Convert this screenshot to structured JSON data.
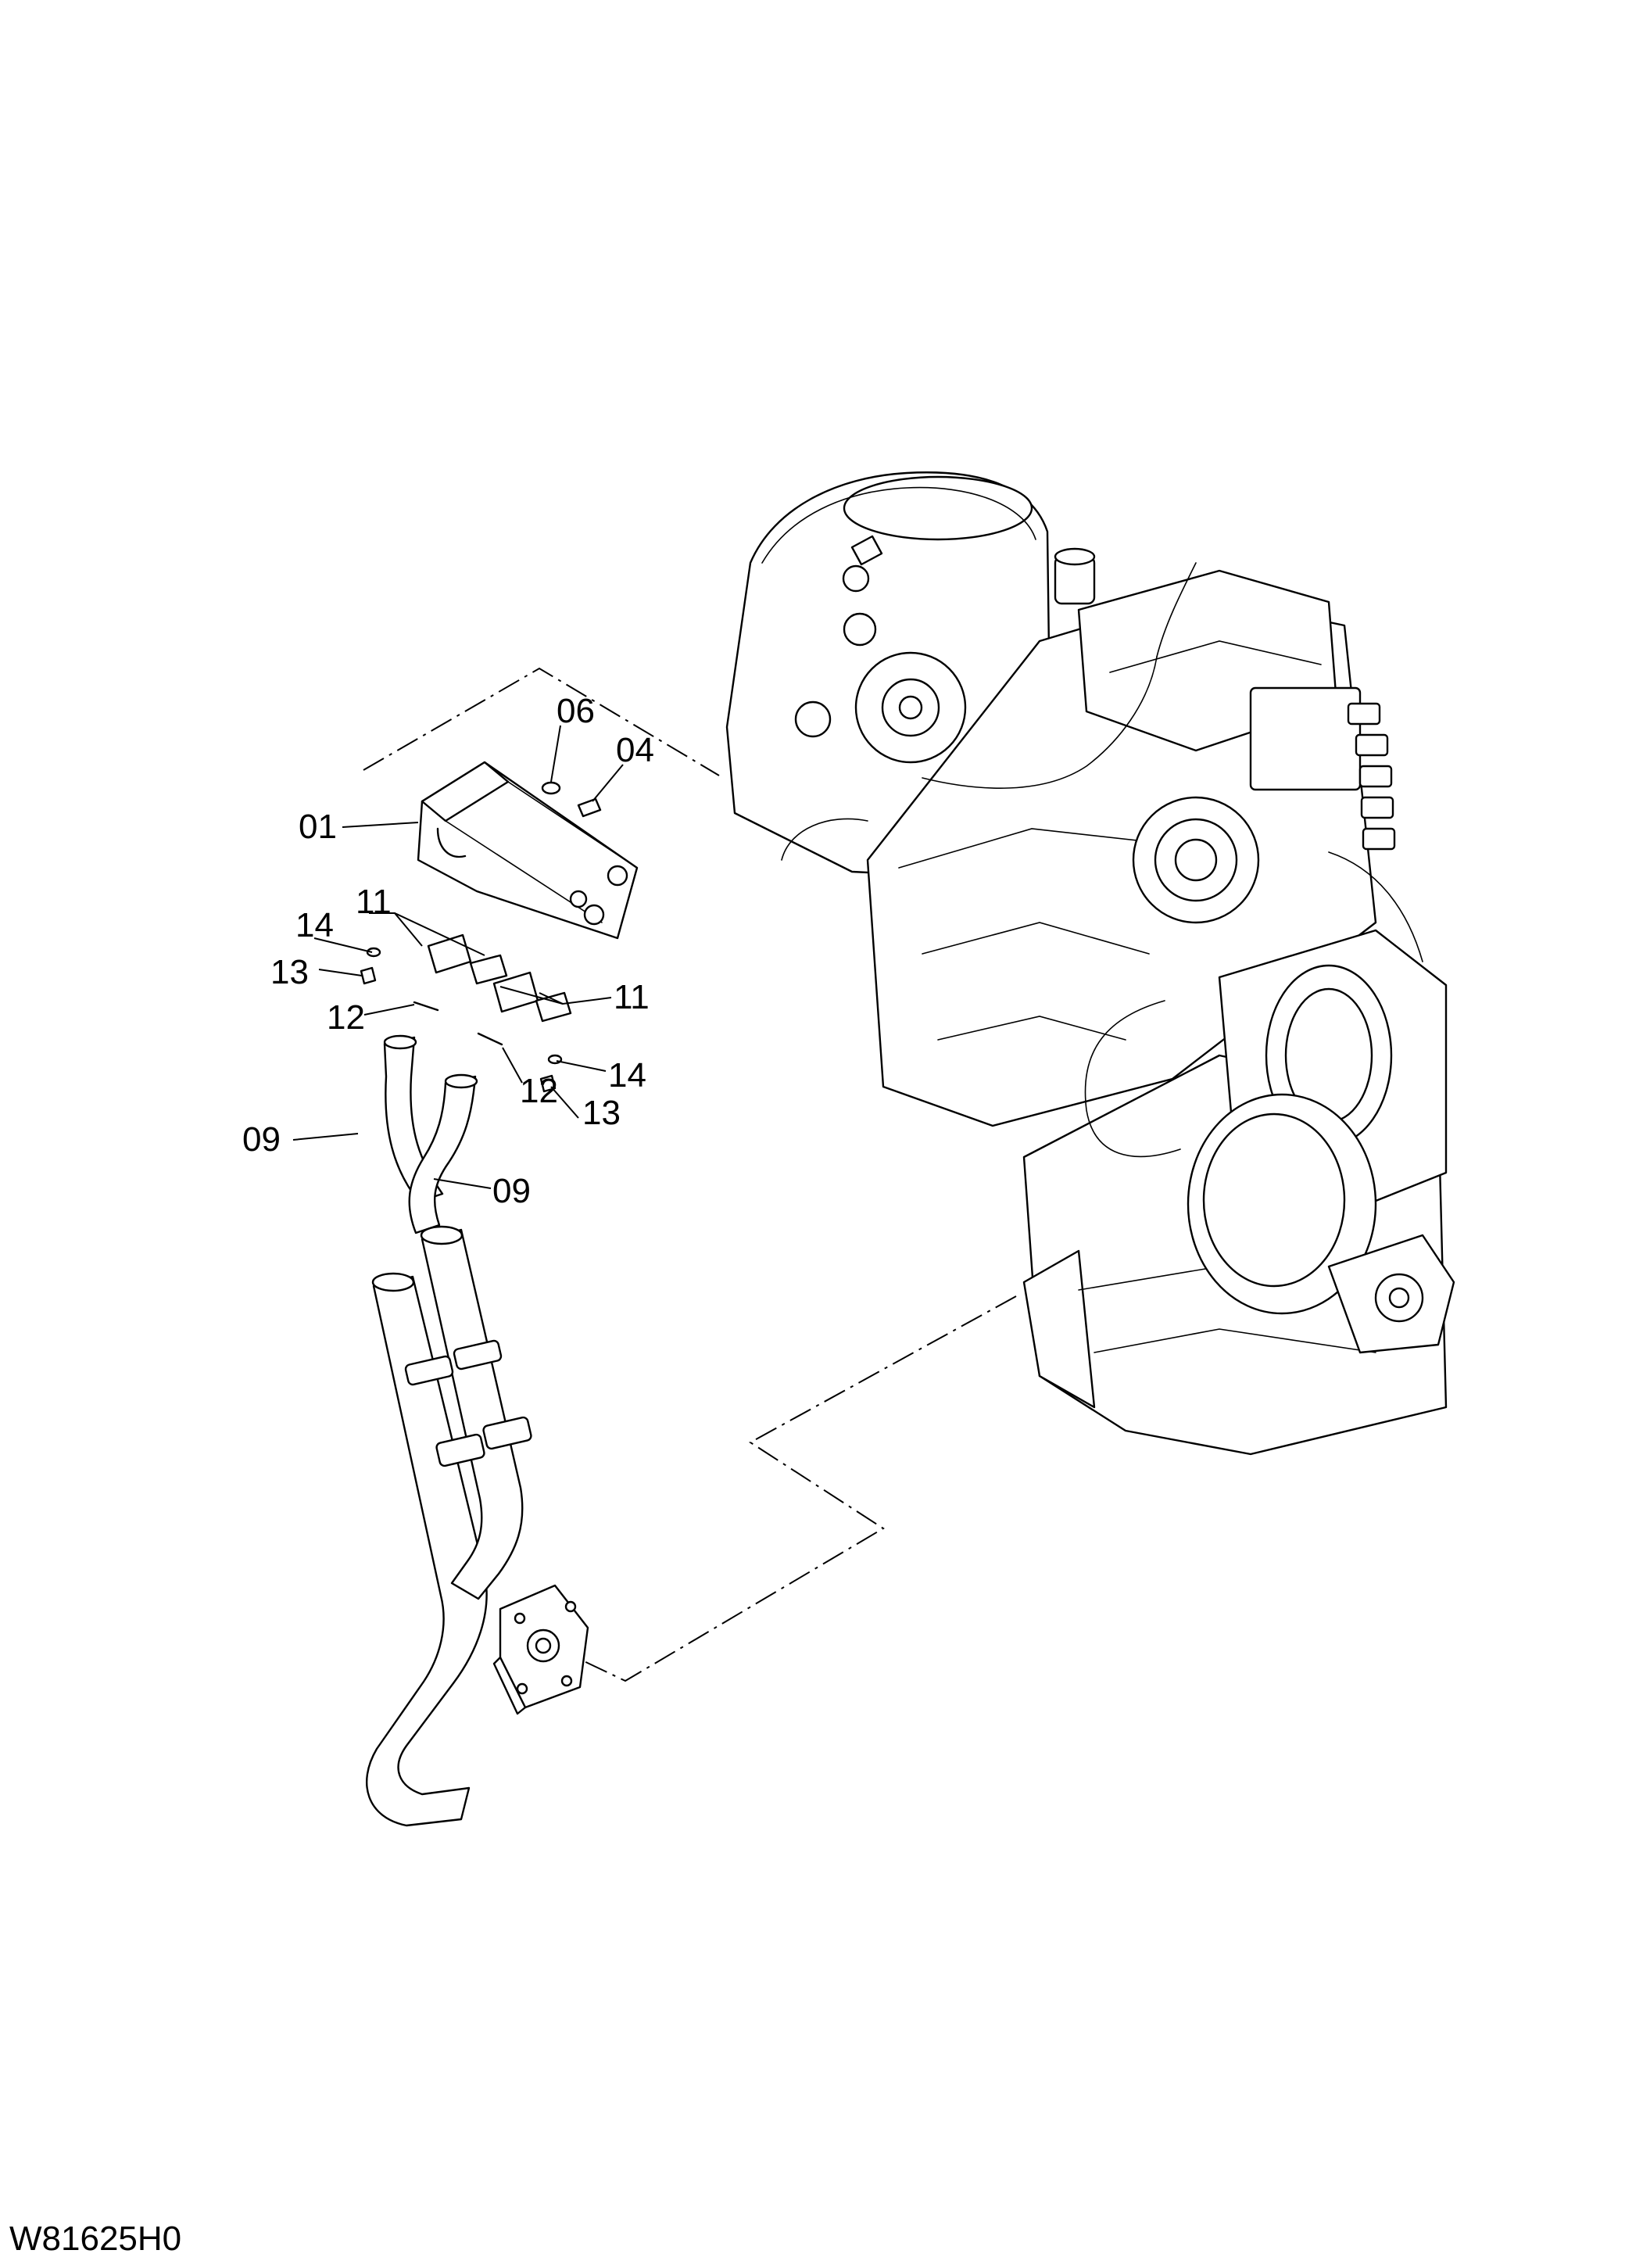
{
  "diagram": {
    "figure_code": "W81625H0",
    "callouts": {
      "c01": "01",
      "c04": "04",
      "c06": "06",
      "c09a": "09",
      "c09b": "09",
      "c11a": "11",
      "c11b": "11",
      "c12a": "12",
      "c12b": "12",
      "c13a": "13",
      "c13b": "13",
      "c14a": "14",
      "c14b": "14"
    }
  }
}
